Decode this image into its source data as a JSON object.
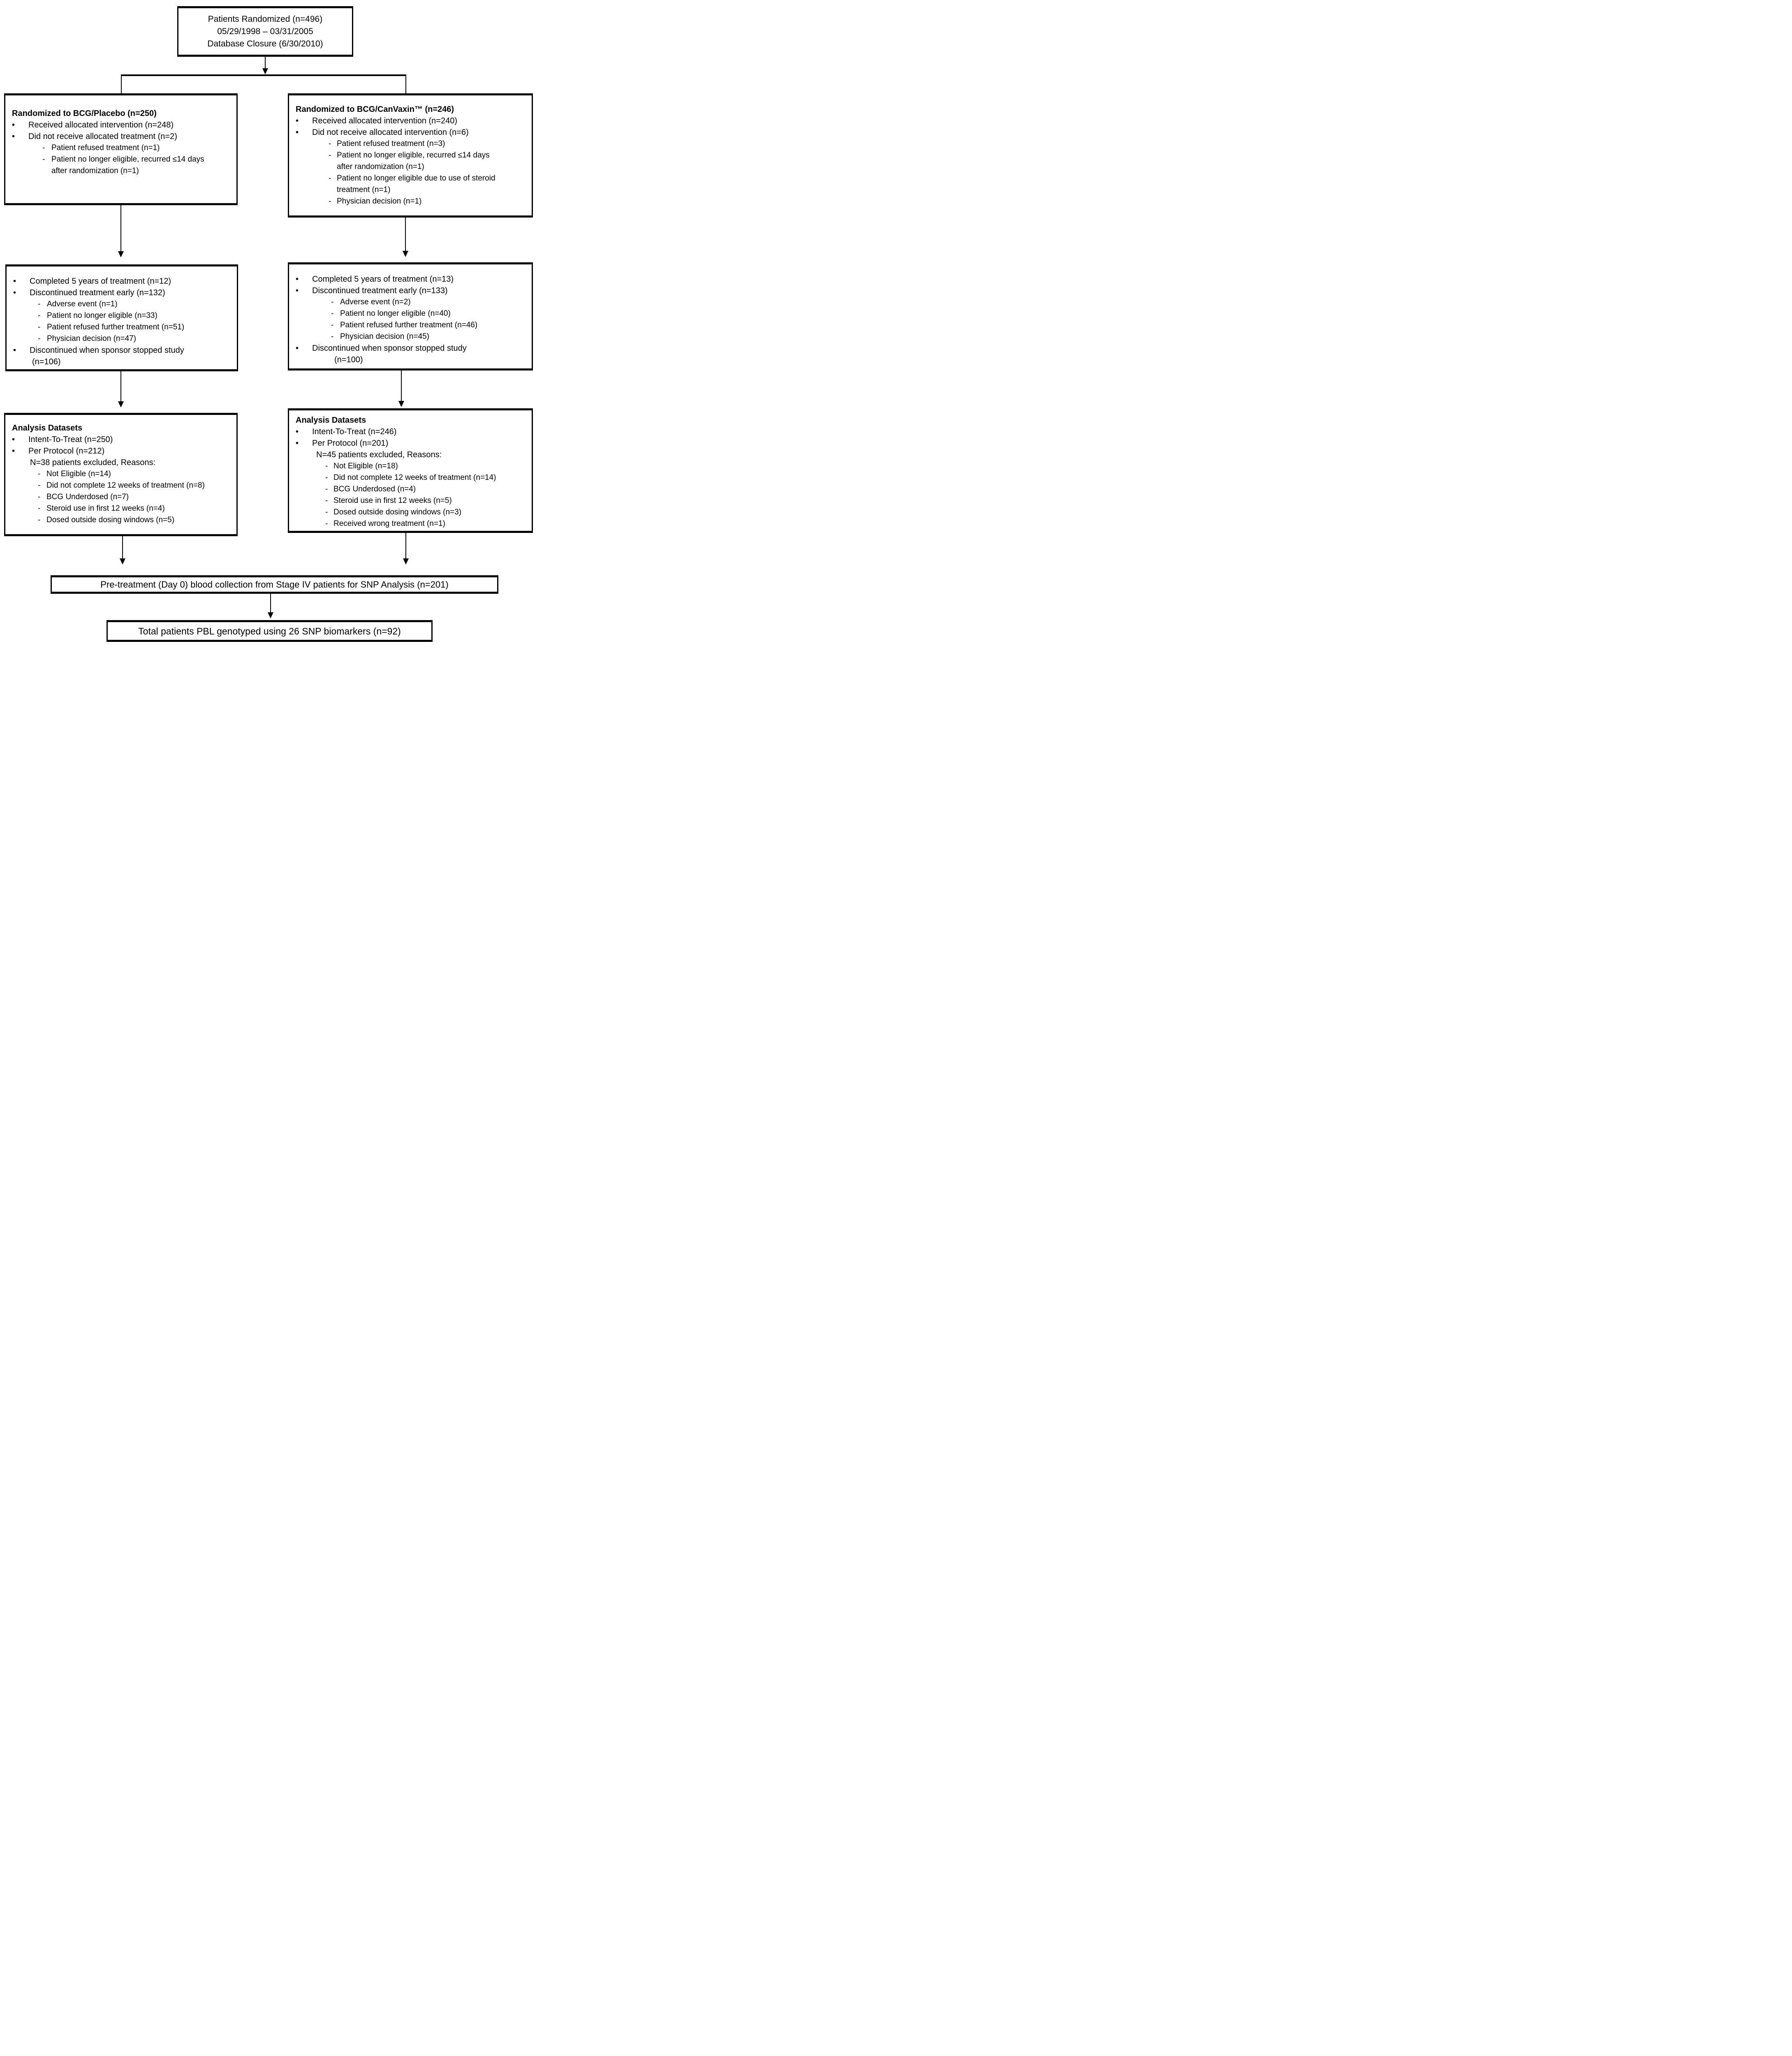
{
  "colors": {
    "line": "#000000",
    "text": "#000000",
    "background": "#ffffff"
  },
  "markers": {
    "bullet": "•",
    "dash": "-"
  },
  "top_box": {
    "line1": "Patients Randomized (n=496)",
    "line2": "05/29/1998 – 03/31/2005",
    "line3": "Database Closure (6/30/2010)"
  },
  "left": {
    "allocation": {
      "title": "Randomized to BCG/Placebo (n=250)",
      "bullet1": "Received allocated intervention (n=248)",
      "bullet2": "Did not receive allocated treatment (n=2)",
      "sub1": "Patient refused treatment (n=1)",
      "sub2": "Patient no longer eligible, recurred ≤14 days",
      "sub2_cont": "after randomization (n=1)"
    },
    "treatment": {
      "bullet1": "Completed 5 years of treatment (n=12)",
      "bullet2": "Discontinued treatment early (n=132)",
      "sub1": "Adverse event (n=1)",
      "sub2": "Patient no longer eligible (n=33)",
      "sub3": "Patient refused further treatment (n=51)",
      "sub4": "Physician decision (n=47)",
      "bullet3": "Discontinued when sponsor stopped study",
      "bullet3_cont": "(n=106)"
    },
    "analysis": {
      "title": "Analysis Datasets",
      "bullet1": "Intent-To-Treat (n=250)",
      "bullet2": "Per Protocol (n=212)",
      "reasons_header": "N=38 patients excluded, Reasons:",
      "reason1": "Not Eligible (n=14)",
      "reason2": "Did not complete 12 weeks of treatment (n=8)",
      "reason3": "BCG Underdosed (n=7)",
      "reason4": "Steroid use in first 12 weeks (n=4)",
      "reason5": "Dosed outside dosing windows (n=5)"
    }
  },
  "right": {
    "allocation": {
      "title": "Randomized to BCG/CanVaxin™ (n=246)",
      "bullet1": "Received allocated intervention (n=240)",
      "bullet2": "Did not receive allocated intervention (n=6)",
      "sub1": "Patient refused treatment (n=3)",
      "sub2": "Patient no longer eligible, recurred ≤14 days",
      "sub2_cont": "after randomization (n=1)",
      "sub3": "Patient no longer eligible due to use of steroid",
      "sub3_cont": "treatment (n=1)",
      "sub4": "Physician decision (n=1)"
    },
    "treatment": {
      "bullet1": "Completed 5 years of treatment (n=13)",
      "bullet2": "Discontinued treatment early (n=133)",
      "sub1": "Adverse event (n=2)",
      "sub2": "Patient no longer eligible (n=40)",
      "sub3": "Patient refused further treatment (n=46)",
      "sub4": "Physician decision (n=45)",
      "bullet3": "Discontinued when sponsor stopped study",
      "bullet3_cont": "(n=100)"
    },
    "analysis": {
      "title": "Analysis Datasets",
      "bullet1": "Intent-To-Treat (n=246)",
      "bullet2": "Per Protocol (n=201)",
      "reasons_header": "N=45 patients excluded, Reasons:",
      "reason1": "Not Eligible (n=18)",
      "reason2": "Did not complete 12 weeks of treatment (n=14)",
      "reason3": "BCG Underdosed (n=4)",
      "reason4": "Steroid use in first 12 weeks (n=5)",
      "reason5": "Dosed outside dosing windows (n=3)",
      "reason6": "Received wrong treatment (n=1)"
    }
  },
  "snp_box": {
    "text": "Pre-treatment (Day 0) blood collection from Stage IV patients for SNP Analysis (n=201)"
  },
  "genotyped_box": {
    "text": "Total patients PBL genotyped using 26 SNP biomarkers (n=92)"
  }
}
